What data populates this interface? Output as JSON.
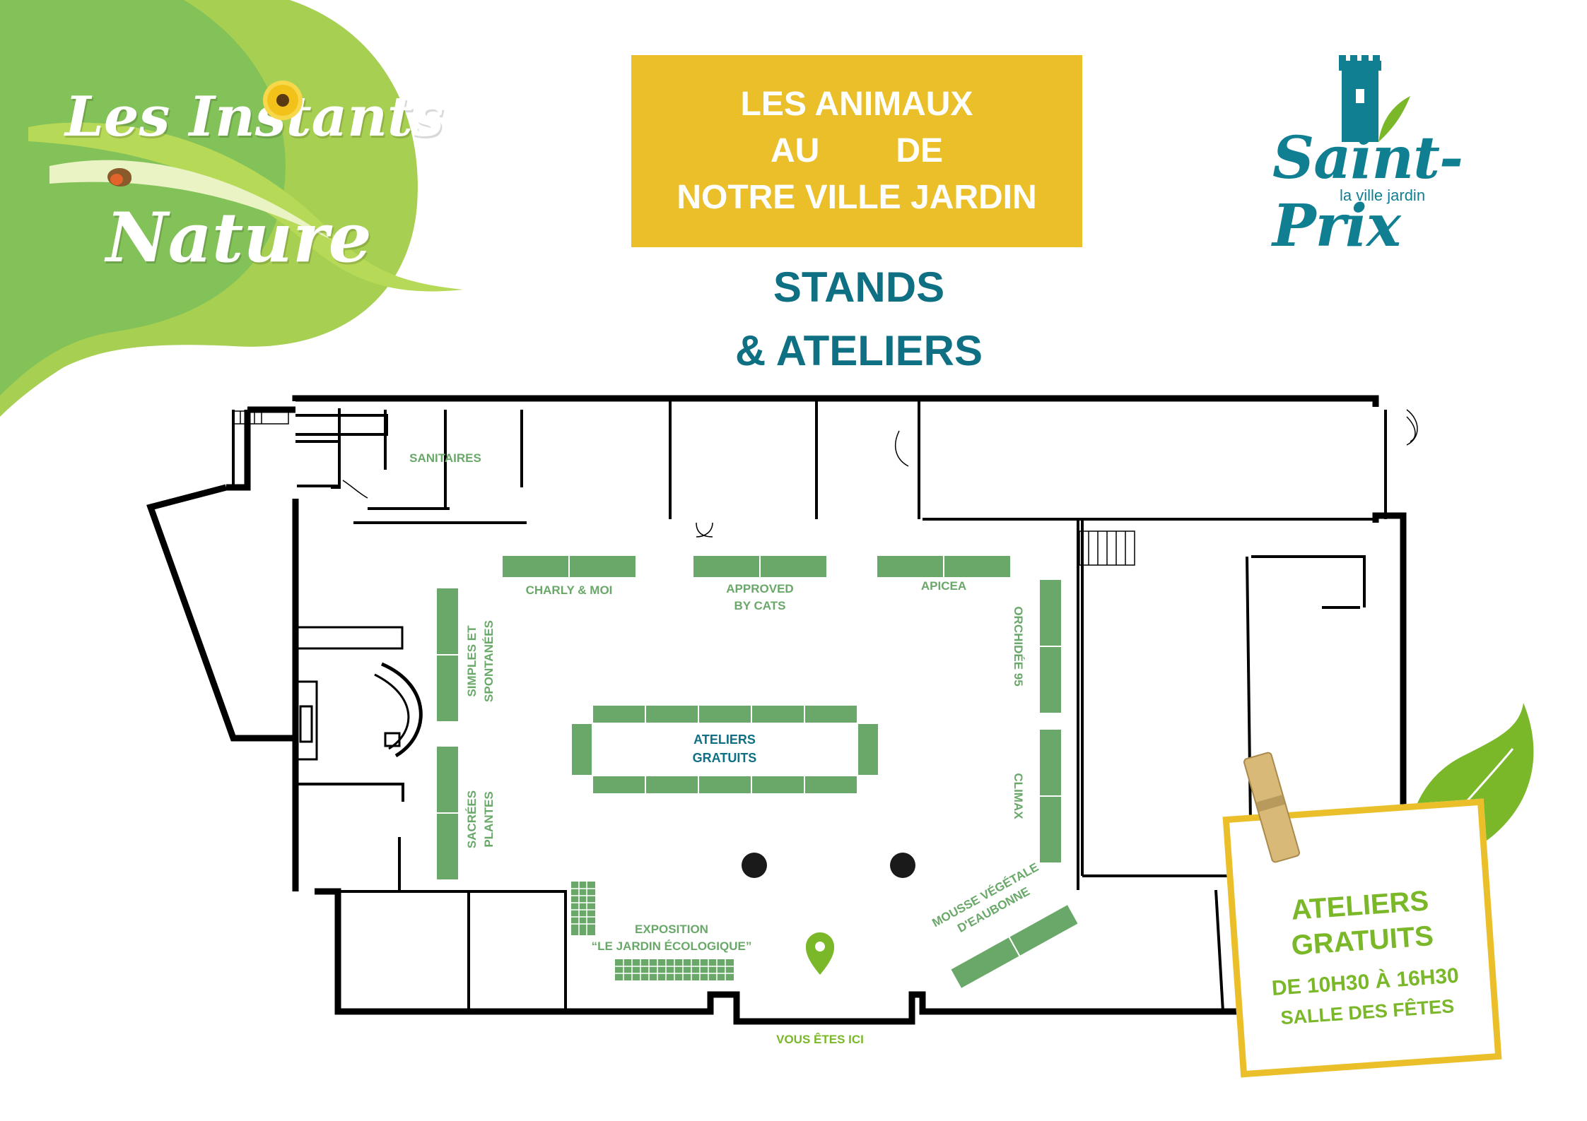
{
  "event_logo": {
    "line1": "Les Instants",
    "line2": "Nature"
  },
  "banner": {
    "line1": "LES ANIMAUX",
    "line2_before": "AU",
    "line2_after": "DE",
    "line3": "NOTRE VILLE JARDIN"
  },
  "heading": {
    "line1": "STANDS",
    "line2": "& ATELIERS"
  },
  "town_logo": {
    "name": "Saint-Prix",
    "tagline": "la ville jardin"
  },
  "rooms": {
    "sanitaires": "SANITAIRES"
  },
  "stands": {
    "charly": "CHARLY & MOI",
    "approved_1": "APPROVED",
    "approved_2": "BY CATS",
    "apicea": "APICEA",
    "orchidee": "ORCHIDÉE 95",
    "climax": "CLIMAX",
    "simples_1": "SIMPLES ET",
    "simples_2": "SPONTANÉES",
    "sacrees_1": "SACRÉES",
    "sacrees_2": "PLANTES",
    "ateliers_1": "ATELIERS",
    "ateliers_2": "GRATUITS",
    "expo_1": "EXPOSITION",
    "expo_2": "“LE JARDIN ÉCOLOGIQUE”",
    "mousse_1": "MOUSSE VÉGÉTALE",
    "mousse_2": "D'EAUBONNE"
  },
  "you_are_here": "VOUS ÊTES ICI",
  "note": {
    "title_1": "ATELIERS",
    "title_2": "GRATUITS",
    "hours": "DE 10H30 À 16H30",
    "place": "SALLE DES FÊTES"
  },
  "colors": {
    "stand_green": "#6aa86a",
    "banner_yellow": "#eabf2a",
    "title_teal": "#0f7083",
    "leaf_green": "#7ab829",
    "heart_red": "#d4222a"
  }
}
